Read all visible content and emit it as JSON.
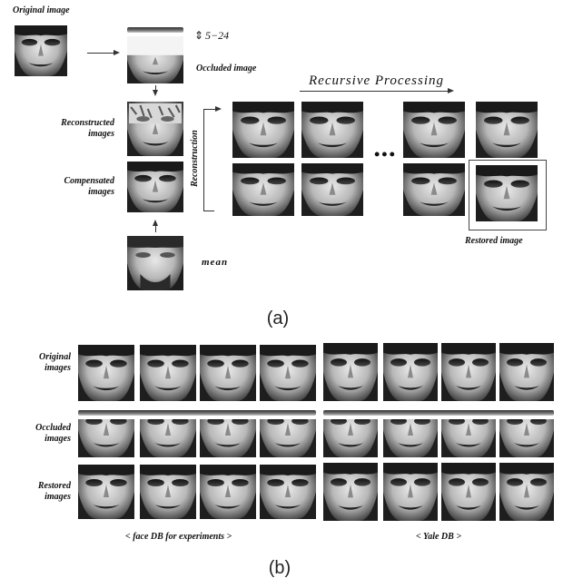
{
  "panel_a": {
    "caption": "(a)",
    "labels": {
      "original": "Original image",
      "occluded": "Occluded image",
      "band_range": "5−24",
      "reconstructed": "Reconstructed images",
      "compensated": "Compensated images",
      "reconstruction": "Reconstruction",
      "recursive": "Recursive Processing",
      "restored": "Restored image",
      "mean": "mean",
      "ellipsis": "•••"
    }
  },
  "panel_b": {
    "caption": "(b)",
    "row_labels": {
      "original": "Original images",
      "occluded": "Occluded images",
      "restored": "Restored images"
    },
    "group_labels": {
      "left": "< face DB for experiments >",
      "right": "< Yale DB >"
    }
  }
}
